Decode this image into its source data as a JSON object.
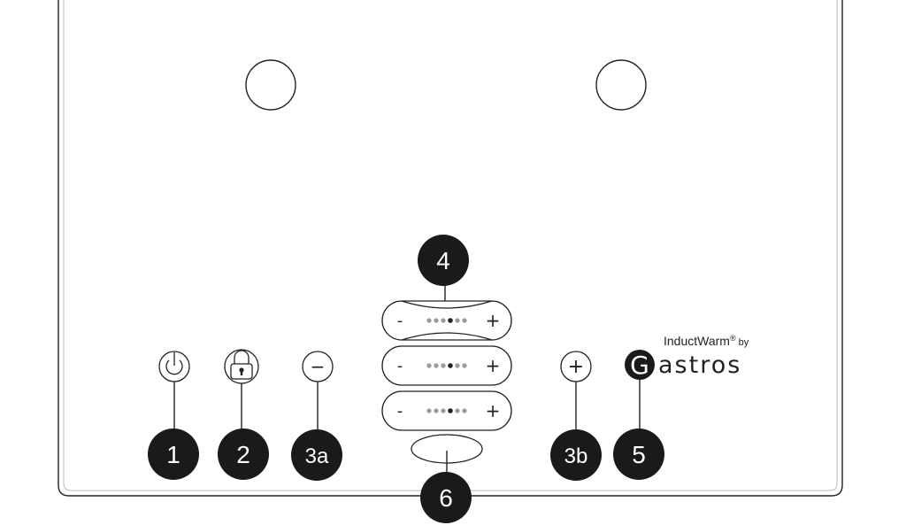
{
  "badges": {
    "b1": "1",
    "b2": "2",
    "b3a": "3a",
    "b3b": "3b",
    "b4": "4",
    "b5": "5",
    "b6": "6"
  },
  "controls": {
    "minus_label": "−",
    "plus_label": "+",
    "power_icon": "power-icon",
    "lock_icon": "padlock-icon"
  },
  "sliders": [
    {
      "minus": "-",
      "plus": "+"
    },
    {
      "minus": "-",
      "plus": "+"
    },
    {
      "minus": "-",
      "plus": "+"
    }
  ],
  "brand": {
    "product": "InductWarm",
    "registered": "®",
    "by": "by",
    "logo_letter": "G",
    "name": "astros"
  },
  "colors": {
    "badge": "#1a1a1a",
    "outline": "#222222",
    "dot_active": "#222222",
    "dot_inactive": "#9a9a9a"
  }
}
